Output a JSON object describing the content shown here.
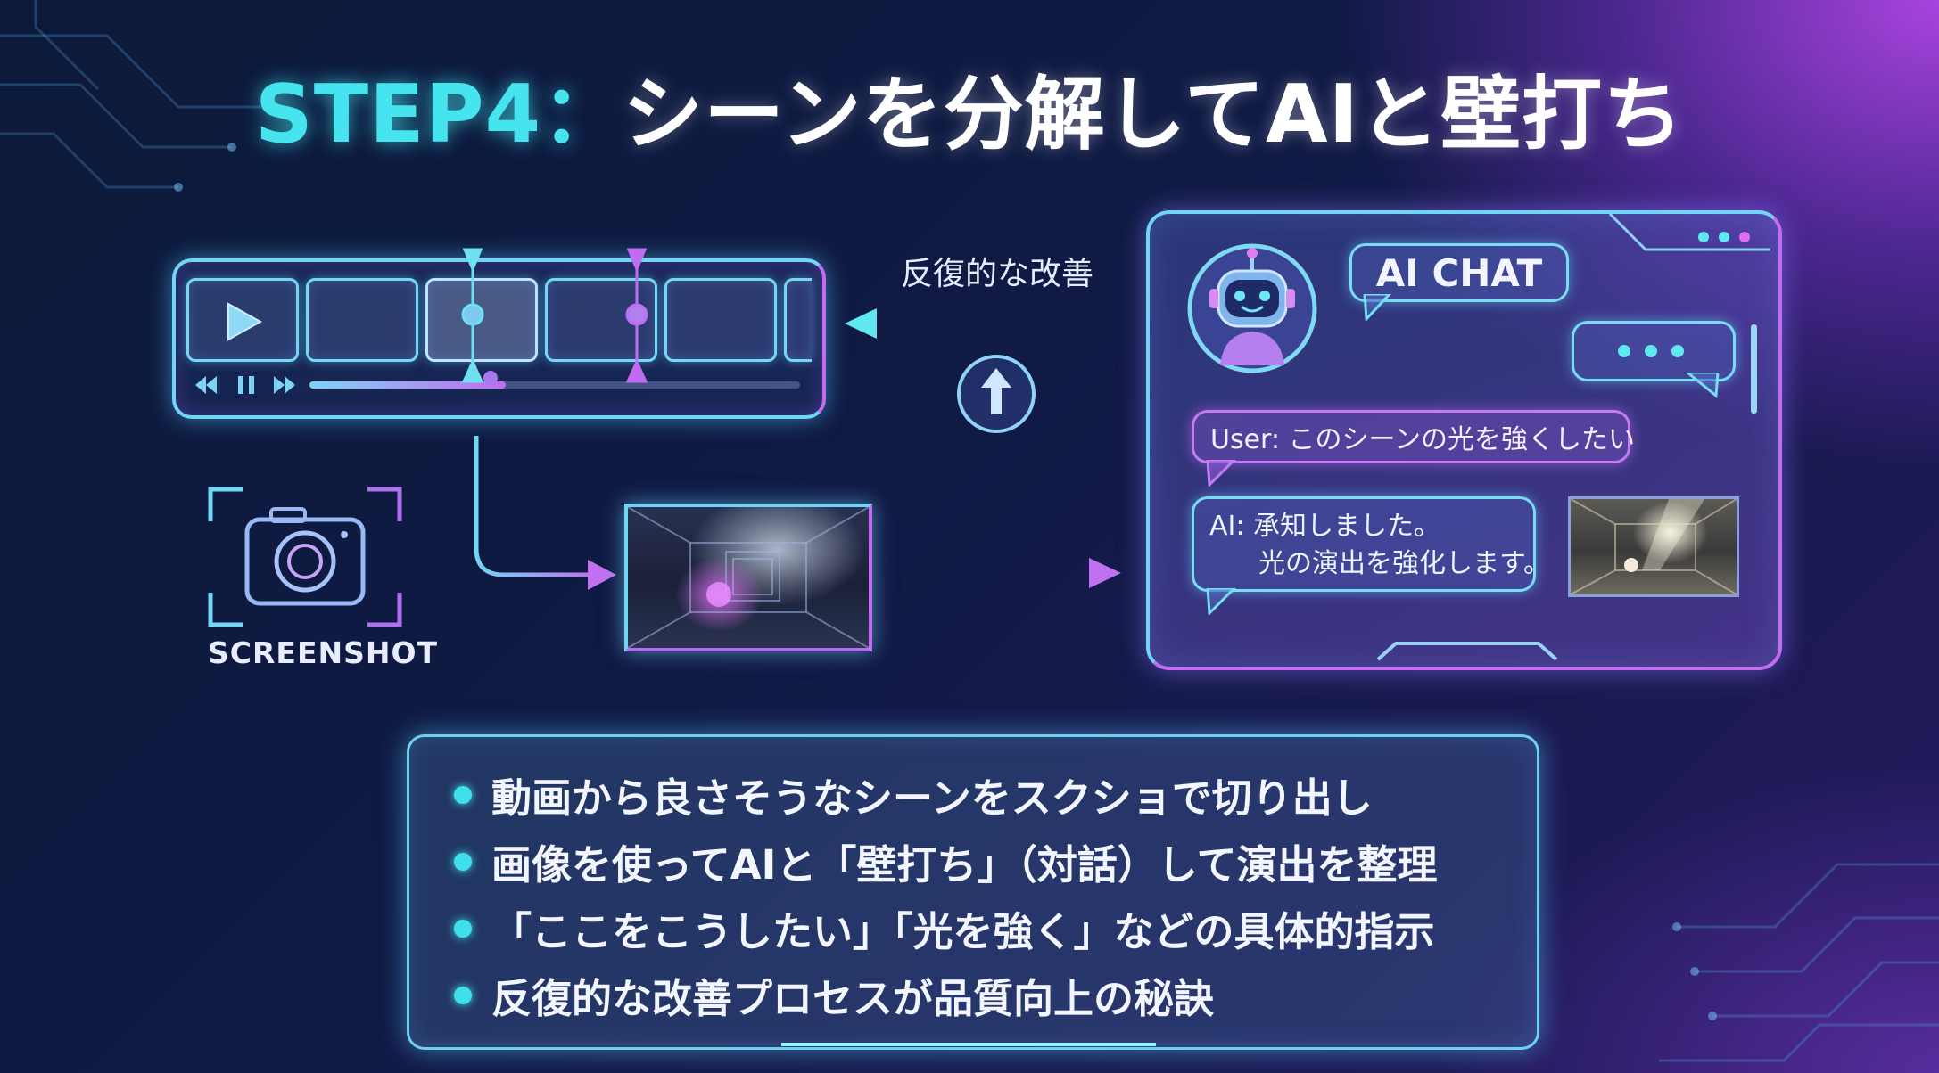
{
  "title": {
    "accent": "STEP4：",
    "main": "シーンを分解してAIと壁打ち"
  },
  "diagram": {
    "iteration_label": "反復的な改善",
    "screenshot_label": "SCREENSHOT",
    "chat": {
      "header": "AI CHAT",
      "user_message": "User: このシーンの光を強くしたい",
      "ai_message_line1": "AI: 承知しました。",
      "ai_message_line2": "光の演出を強化します。"
    }
  },
  "bullets": [
    "動画から良さそうなシーンをスクショで切り出し",
    "画像を使ってAIと「壁打ち」（対話）して演出を整理",
    "「ここをこうしたい」「光を強く」などの具体的指示",
    "反復的な改善プロセスが品質向上の秘訣"
  ],
  "colors": {
    "cyan": "#45e4ee",
    "purple": "#c46cf0",
    "bullet_dot": "#3fe0ec"
  },
  "icons": {
    "play": "play-icon",
    "camera": "camera-icon",
    "robot": "robot-icon",
    "upload": "upload-arrow-icon"
  }
}
